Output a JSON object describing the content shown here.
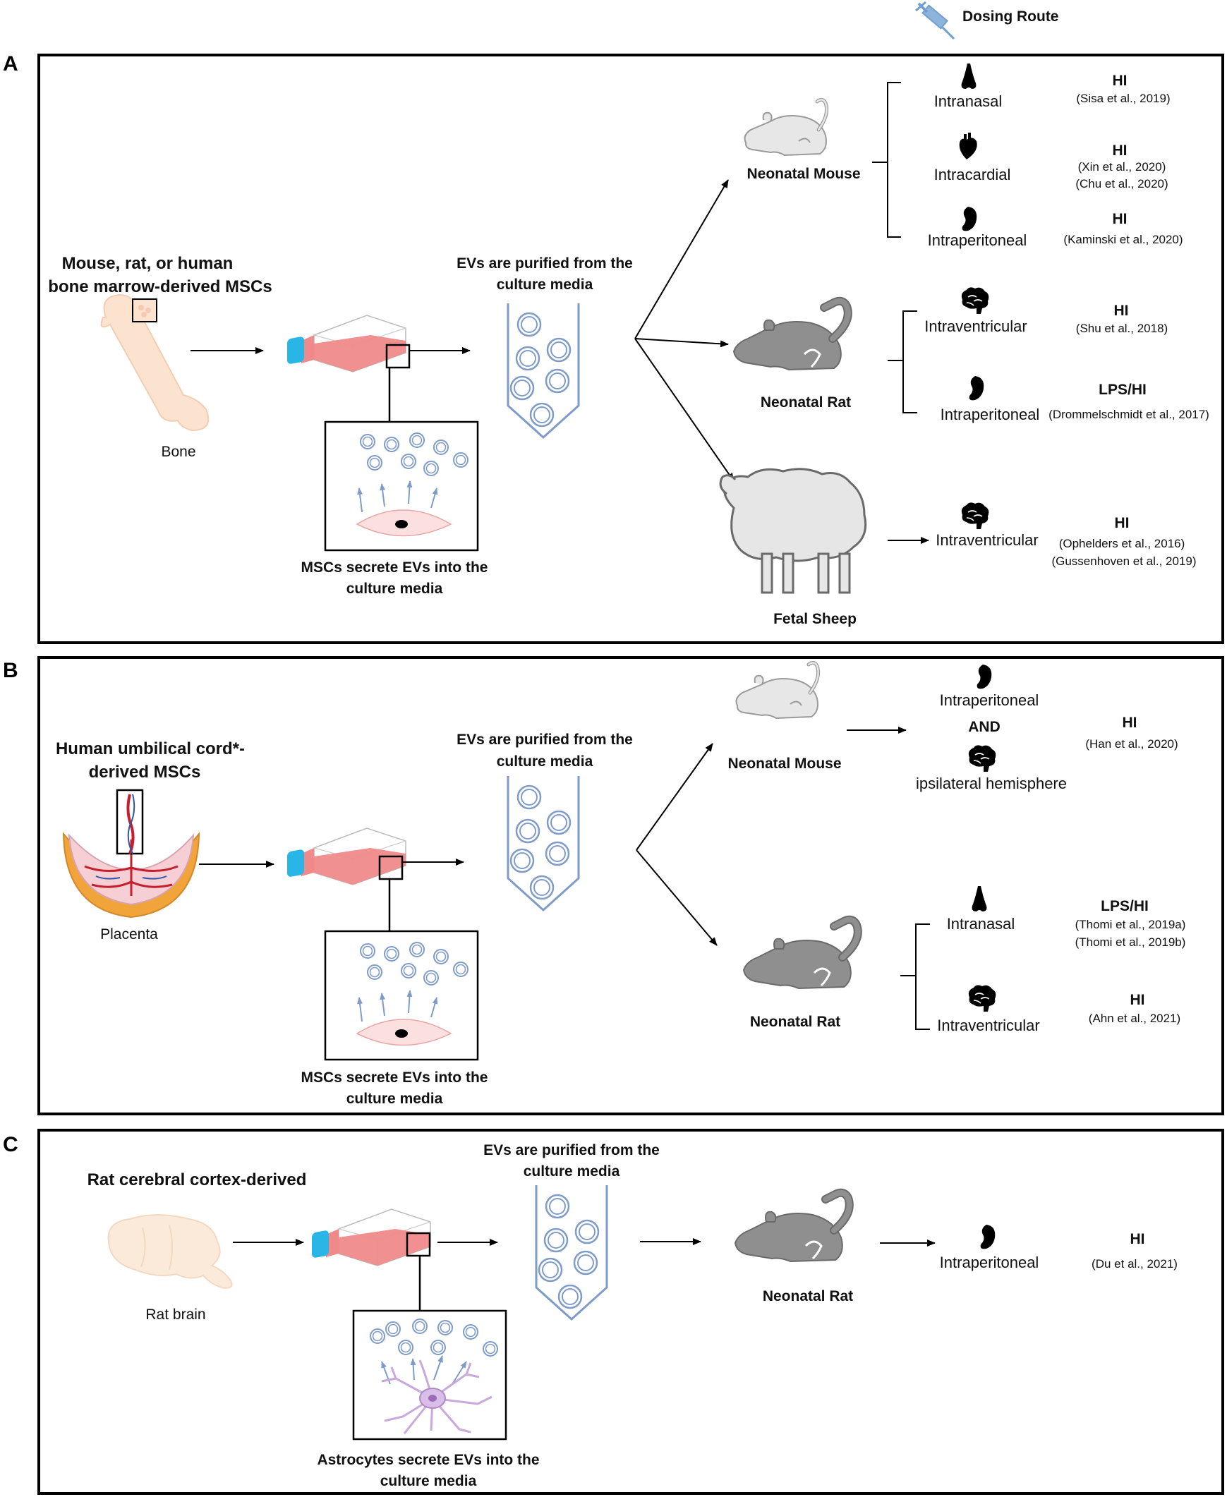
{
  "header": {
    "dosing_route": "Dosing Route"
  },
  "panels": {
    "A": {
      "letter": "A",
      "source_title_1": "Mouse, rat, or human",
      "source_title_2": "bone marrow-derived MSCs",
      "source_label": "Bone",
      "purify_1": "EVs are purified from the",
      "purify_2": "culture media",
      "secrete_1": "MSCs secrete EVs into the",
      "secrete_2": "culture media",
      "animals": [
        "Neonatal Mouse",
        "Neonatal Rat",
        "Fetal Sheep"
      ],
      "routes": [
        {
          "route": "Intranasal",
          "model": "HI",
          "refs": [
            "(Sisa et al., 2019)"
          ]
        },
        {
          "route": "Intracardial",
          "model": "HI",
          "refs": [
            "(Xin et al., 2020)",
            "(Chu et al., 2020)"
          ]
        },
        {
          "route": "Intraperitoneal",
          "model": "HI",
          "refs": [
            "(Kaminski et al., 2020)"
          ]
        },
        {
          "route": "Intraventricular",
          "model": "HI",
          "refs": [
            "(Shu et al., 2018)"
          ]
        },
        {
          "route": "Intraperitoneal",
          "model": "LPS/HI",
          "refs": [
            "(Drommelschmidt et al., 2017)"
          ]
        },
        {
          "route": "Intraventricular",
          "model": "HI",
          "refs": [
            "(Ophelders et al., 2016)",
            "(Gussenhoven et al., 2019)"
          ]
        }
      ]
    },
    "B": {
      "letter": "B",
      "source_title_1": "Human umbilical cord*-",
      "source_title_2": "derived MSCs",
      "source_label": "Placenta",
      "purify_1": "EVs are purified from the",
      "purify_2": "culture media",
      "secrete_1": "MSCs secrete EVs into the",
      "secrete_2": "culture media",
      "animals": [
        "Neonatal Mouse",
        "Neonatal Rat"
      ],
      "mouse_route_1": "Intraperitoneal",
      "mouse_and": "AND",
      "mouse_route_2": "ipsilateral hemisphere",
      "mouse_model": "HI",
      "mouse_ref": "(Han et al., 2020)",
      "routes": [
        {
          "route": "Intranasal",
          "model": "LPS/HI",
          "refs": [
            "(Thomi et al., 2019a)",
            "(Thomi et al., 2019b)"
          ]
        },
        {
          "route": "Intraventricular",
          "model": "HI",
          "refs": [
            "(Ahn et al., 2021)"
          ]
        }
      ]
    },
    "C": {
      "letter": "C",
      "source_title_1": "Rat cerebral cortex-derived",
      "source_label": "Rat brain",
      "purify_1": "EVs are purified from the",
      "purify_2": "culture media",
      "secrete_1": "Astrocytes secrete EVs into the",
      "secrete_2": "culture media",
      "animals": [
        "Neonatal Rat"
      ],
      "routes": [
        {
          "route": "Intraperitoneal",
          "model": "HI",
          "refs": [
            "(Du et al., 2021)"
          ]
        }
      ]
    }
  },
  "colors": {
    "frame": "#000000",
    "ev_circle": "#7f9cc9",
    "flask_cap": "#29b6e6",
    "flask_body": "#f08a8a",
    "bone": "#fbe3d0",
    "mouse": "#e7e7e7",
    "rat": "#8f8f8f",
    "sheep": "#e6e6e6",
    "syringe": "#6f9fd0"
  }
}
